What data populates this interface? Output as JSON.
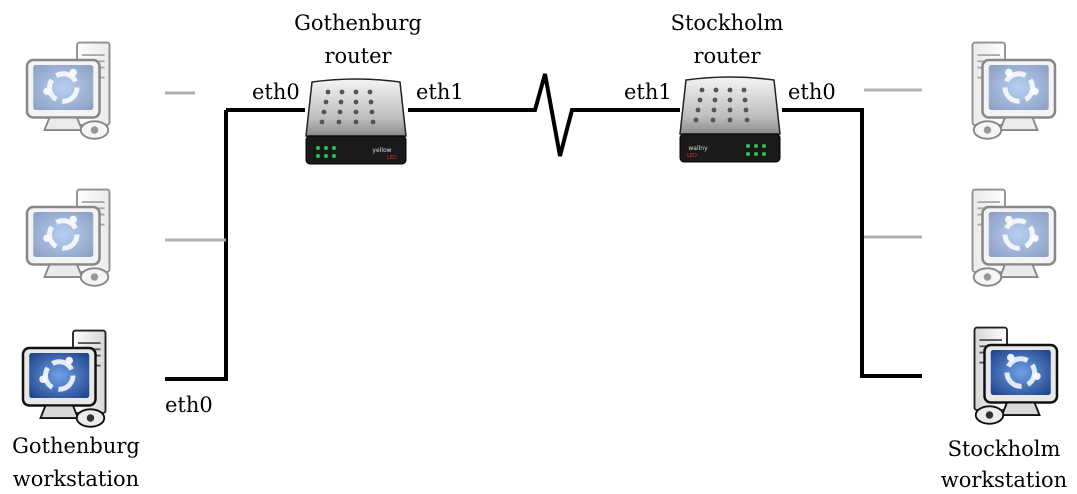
{
  "routers": {
    "gothenburg": {
      "name_line1": "Gothenburg",
      "name_line2": "router",
      "port_left": "eth0",
      "port_right": "eth1",
      "brand": "yellow",
      "brand_sub": "LED"
    },
    "stockholm": {
      "name_line1": "Stockholm",
      "name_line2": "router",
      "port_left": "eth1",
      "port_right": "eth0",
      "brand": "wallny",
      "brand_sub": "LED"
    }
  },
  "workstations": {
    "gothenburg": {
      "name_line1": "Gothenburg",
      "name_line2": "workstation",
      "port": "eth0"
    },
    "stockholm": {
      "name_line1": "Stockholm",
      "name_line2": "workstation"
    }
  },
  "colors": {
    "active_link": "#000000",
    "inactive_link": "#b0b0b0",
    "screen": "#2b66c4"
  }
}
